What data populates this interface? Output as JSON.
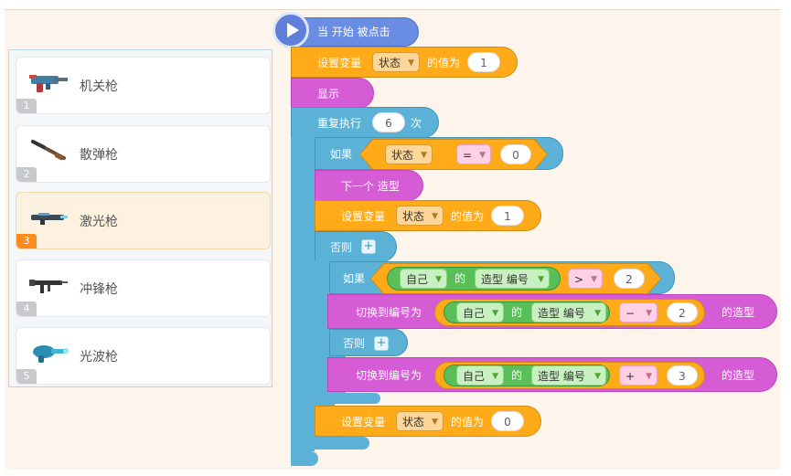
{
  "costumes": [
    {
      "num": "1",
      "label": "机关枪",
      "icon": "machine-gun-icon",
      "selected": false
    },
    {
      "num": "2",
      "label": "散弹枪",
      "icon": "shotgun-icon",
      "selected": false
    },
    {
      "num": "3",
      "label": "激光枪",
      "icon": "laser-gun-icon",
      "selected": true
    },
    {
      "num": "4",
      "label": "冲锋枪",
      "icon": "submachine-gun-icon",
      "selected": false
    },
    {
      "num": "5",
      "label": "光波枪",
      "icon": "wave-gun-icon",
      "selected": false
    }
  ],
  "script": {
    "hat": "当 开始 被点击",
    "set1": {
      "label": "设置变量",
      "var": "状态",
      "mid": "的值为",
      "value": "1"
    },
    "show": "显示",
    "repeat": {
      "label": "重复执行",
      "times": "6",
      "unit": "次"
    },
    "if1": {
      "label": "如果",
      "var": "状态",
      "op": "=",
      "value": "0"
    },
    "next_costume": "下一个 造型",
    "set2": {
      "label": "设置变量",
      "var": "状态",
      "mid": "的值为",
      "value": "1"
    },
    "else1": "否则",
    "if2": {
      "label": "如果",
      "obj": "自己",
      "of": "的",
      "prop": "造型 编号",
      "op": ">",
      "value": "2"
    },
    "switch1": {
      "label": "切换到编号为",
      "obj": "自己",
      "of": "的",
      "prop": "造型 编号",
      "op": "−",
      "value": "2",
      "suffix": "的造型"
    },
    "else2": "否则",
    "switch2": {
      "label": "切换到编号为",
      "obj": "自己",
      "of": "的",
      "prop": "造型 编号",
      "op": "+",
      "value": "3",
      "suffix": "的造型"
    },
    "set3": {
      "label": "设置变量",
      "var": "状态",
      "mid": "的值为",
      "value": "0"
    }
  },
  "colors": {
    "control": "#5cb1d6",
    "data": "#ffab19",
    "looks": "#d65cd6",
    "event": "#6a8de4",
    "operator": "#59c059",
    "selected_badge": "#ff8b1f"
  }
}
